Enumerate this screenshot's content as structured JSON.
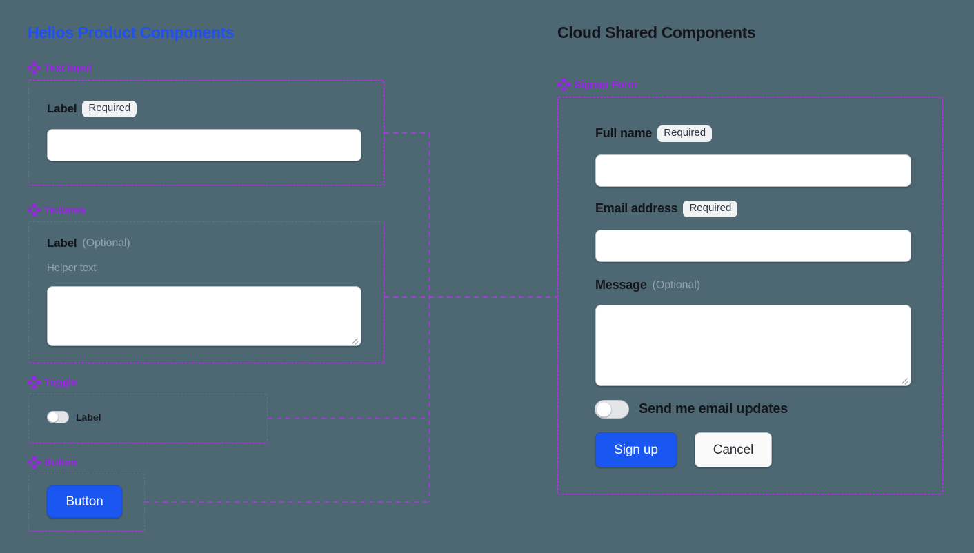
{
  "theme": {
    "background": "#4d6873",
    "highlight_outline": "#bb33ee",
    "section_label_color": "#9b23e8",
    "left_title_color": "#2050f0",
    "right_title_color": "#15161c",
    "primary_button": "#1a56f0",
    "badge_bg": "#f1f2f4",
    "muted_text": "#93a3ab"
  },
  "left_panel": {
    "title": "Helios Product Components",
    "sections": [
      {
        "icon": "diamond-cluster-icon",
        "label": "Text Input"
      },
      {
        "icon": "diamond-cluster-icon",
        "label": "Textarea"
      },
      {
        "icon": "diamond-cluster-icon",
        "label": "Toggle"
      },
      {
        "icon": "diamond-cluster-icon",
        "label": "Button"
      }
    ],
    "text_input": {
      "label": "Label",
      "badge": "Required",
      "value": "",
      "placeholder": ""
    },
    "textarea": {
      "label": "Label",
      "optional_tag": "(Optional)",
      "helper_text": "Helper text",
      "value": "",
      "placeholder": ""
    },
    "toggle": {
      "label": "Label",
      "checked": false
    },
    "button": {
      "label": "Button"
    }
  },
  "right_panel": {
    "title": "Cloud Shared Components",
    "section": {
      "icon": "diamond-cluster-icon",
      "label": "Signup Form"
    },
    "form": {
      "full_name": {
        "label": "Full name",
        "badge": "Required",
        "value": "",
        "placeholder": ""
      },
      "email_address": {
        "label": "Email address",
        "badge": "Required",
        "value": "",
        "placeholder": ""
      },
      "message": {
        "label": "Message",
        "optional_tag": "(Optional)",
        "value": "",
        "placeholder": ""
      },
      "email_updates_toggle": {
        "label": "Send me email updates",
        "checked": false
      },
      "submit_button": "Sign up",
      "cancel_button": "Cancel"
    }
  }
}
